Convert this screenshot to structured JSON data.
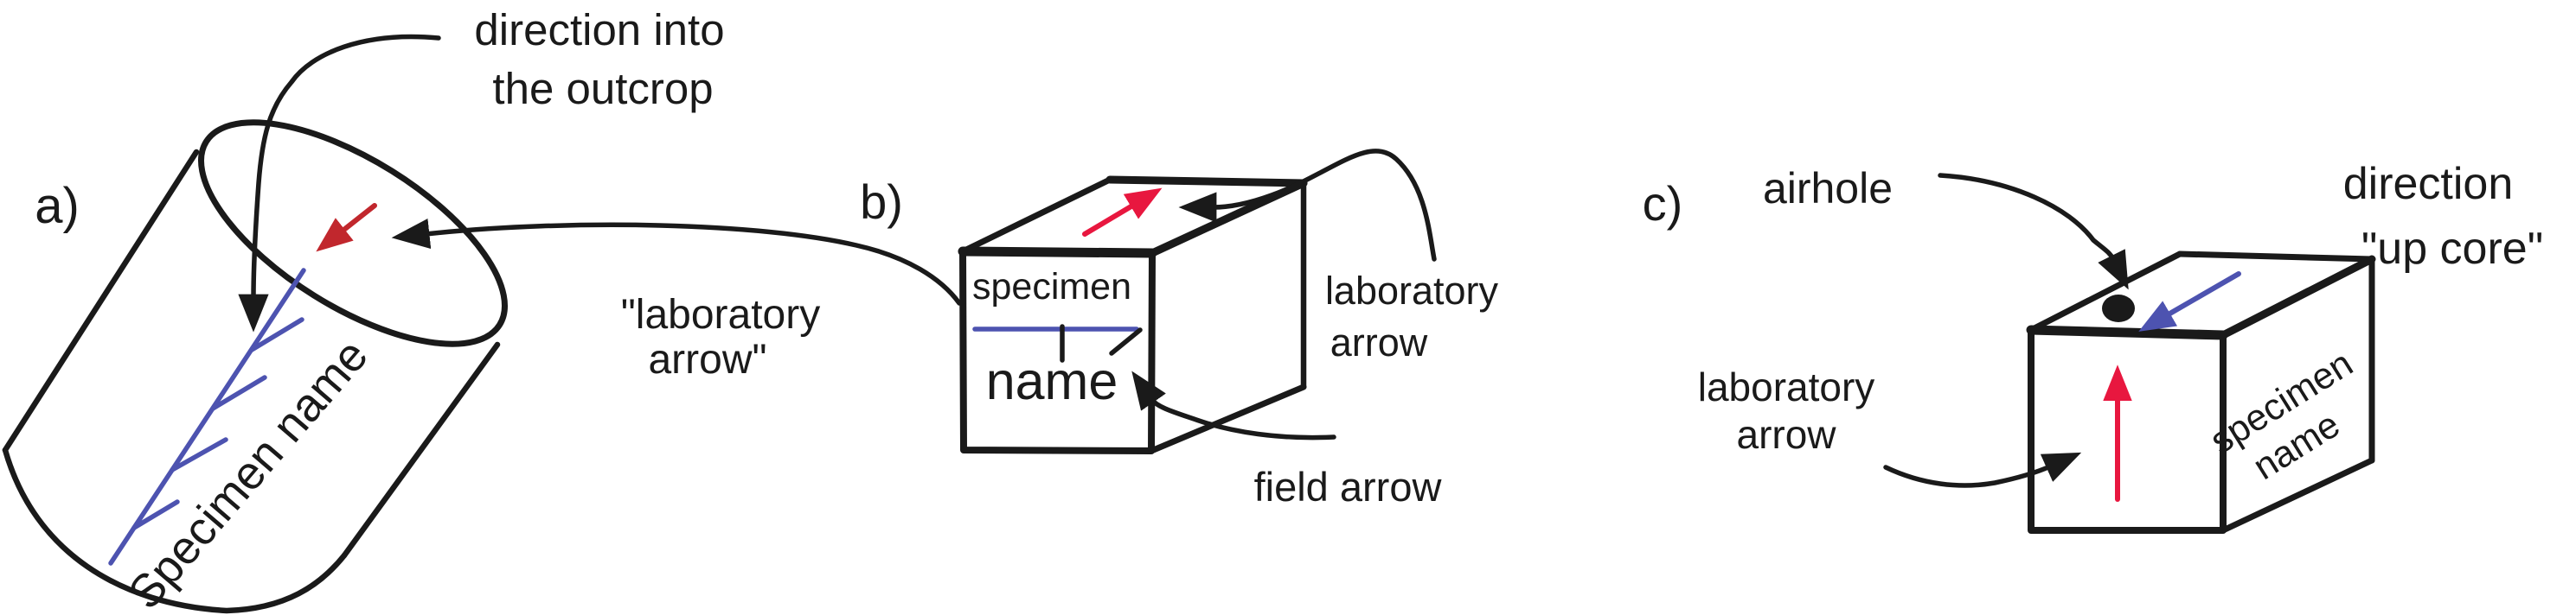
{
  "figure": {
    "panel_a": {
      "label": "a)",
      "callout_direction_line1": "direction into",
      "callout_direction_line2": "the outcrop",
      "callout_laboratory_line1": "\"laboratory",
      "callout_laboratory_line2": "arrow\"",
      "specimen_text": "Specimen name"
    },
    "panel_b": {
      "label": "b)",
      "face_text_line1": "specimen",
      "face_text_line2": "name",
      "callout_laboratory_line1": "laboratory",
      "callout_laboratory_line2": "arrow",
      "callout_field": "field arrow"
    },
    "panel_c": {
      "label": "c)",
      "callout_airhole": "airhole",
      "callout_direction_line1": "direction",
      "callout_direction_line2": "\"up core\"",
      "callout_laboratory_line1": "laboratory",
      "callout_laboratory_line2": "arrow",
      "face_text_line1": "specimen",
      "face_text_line2": "name"
    },
    "colors": {
      "ink": "#1a1a1a",
      "red_a": "#c1272d",
      "red_bc": "#e8173f",
      "blue": "#4d53b0",
      "background": "#ffffff"
    }
  }
}
